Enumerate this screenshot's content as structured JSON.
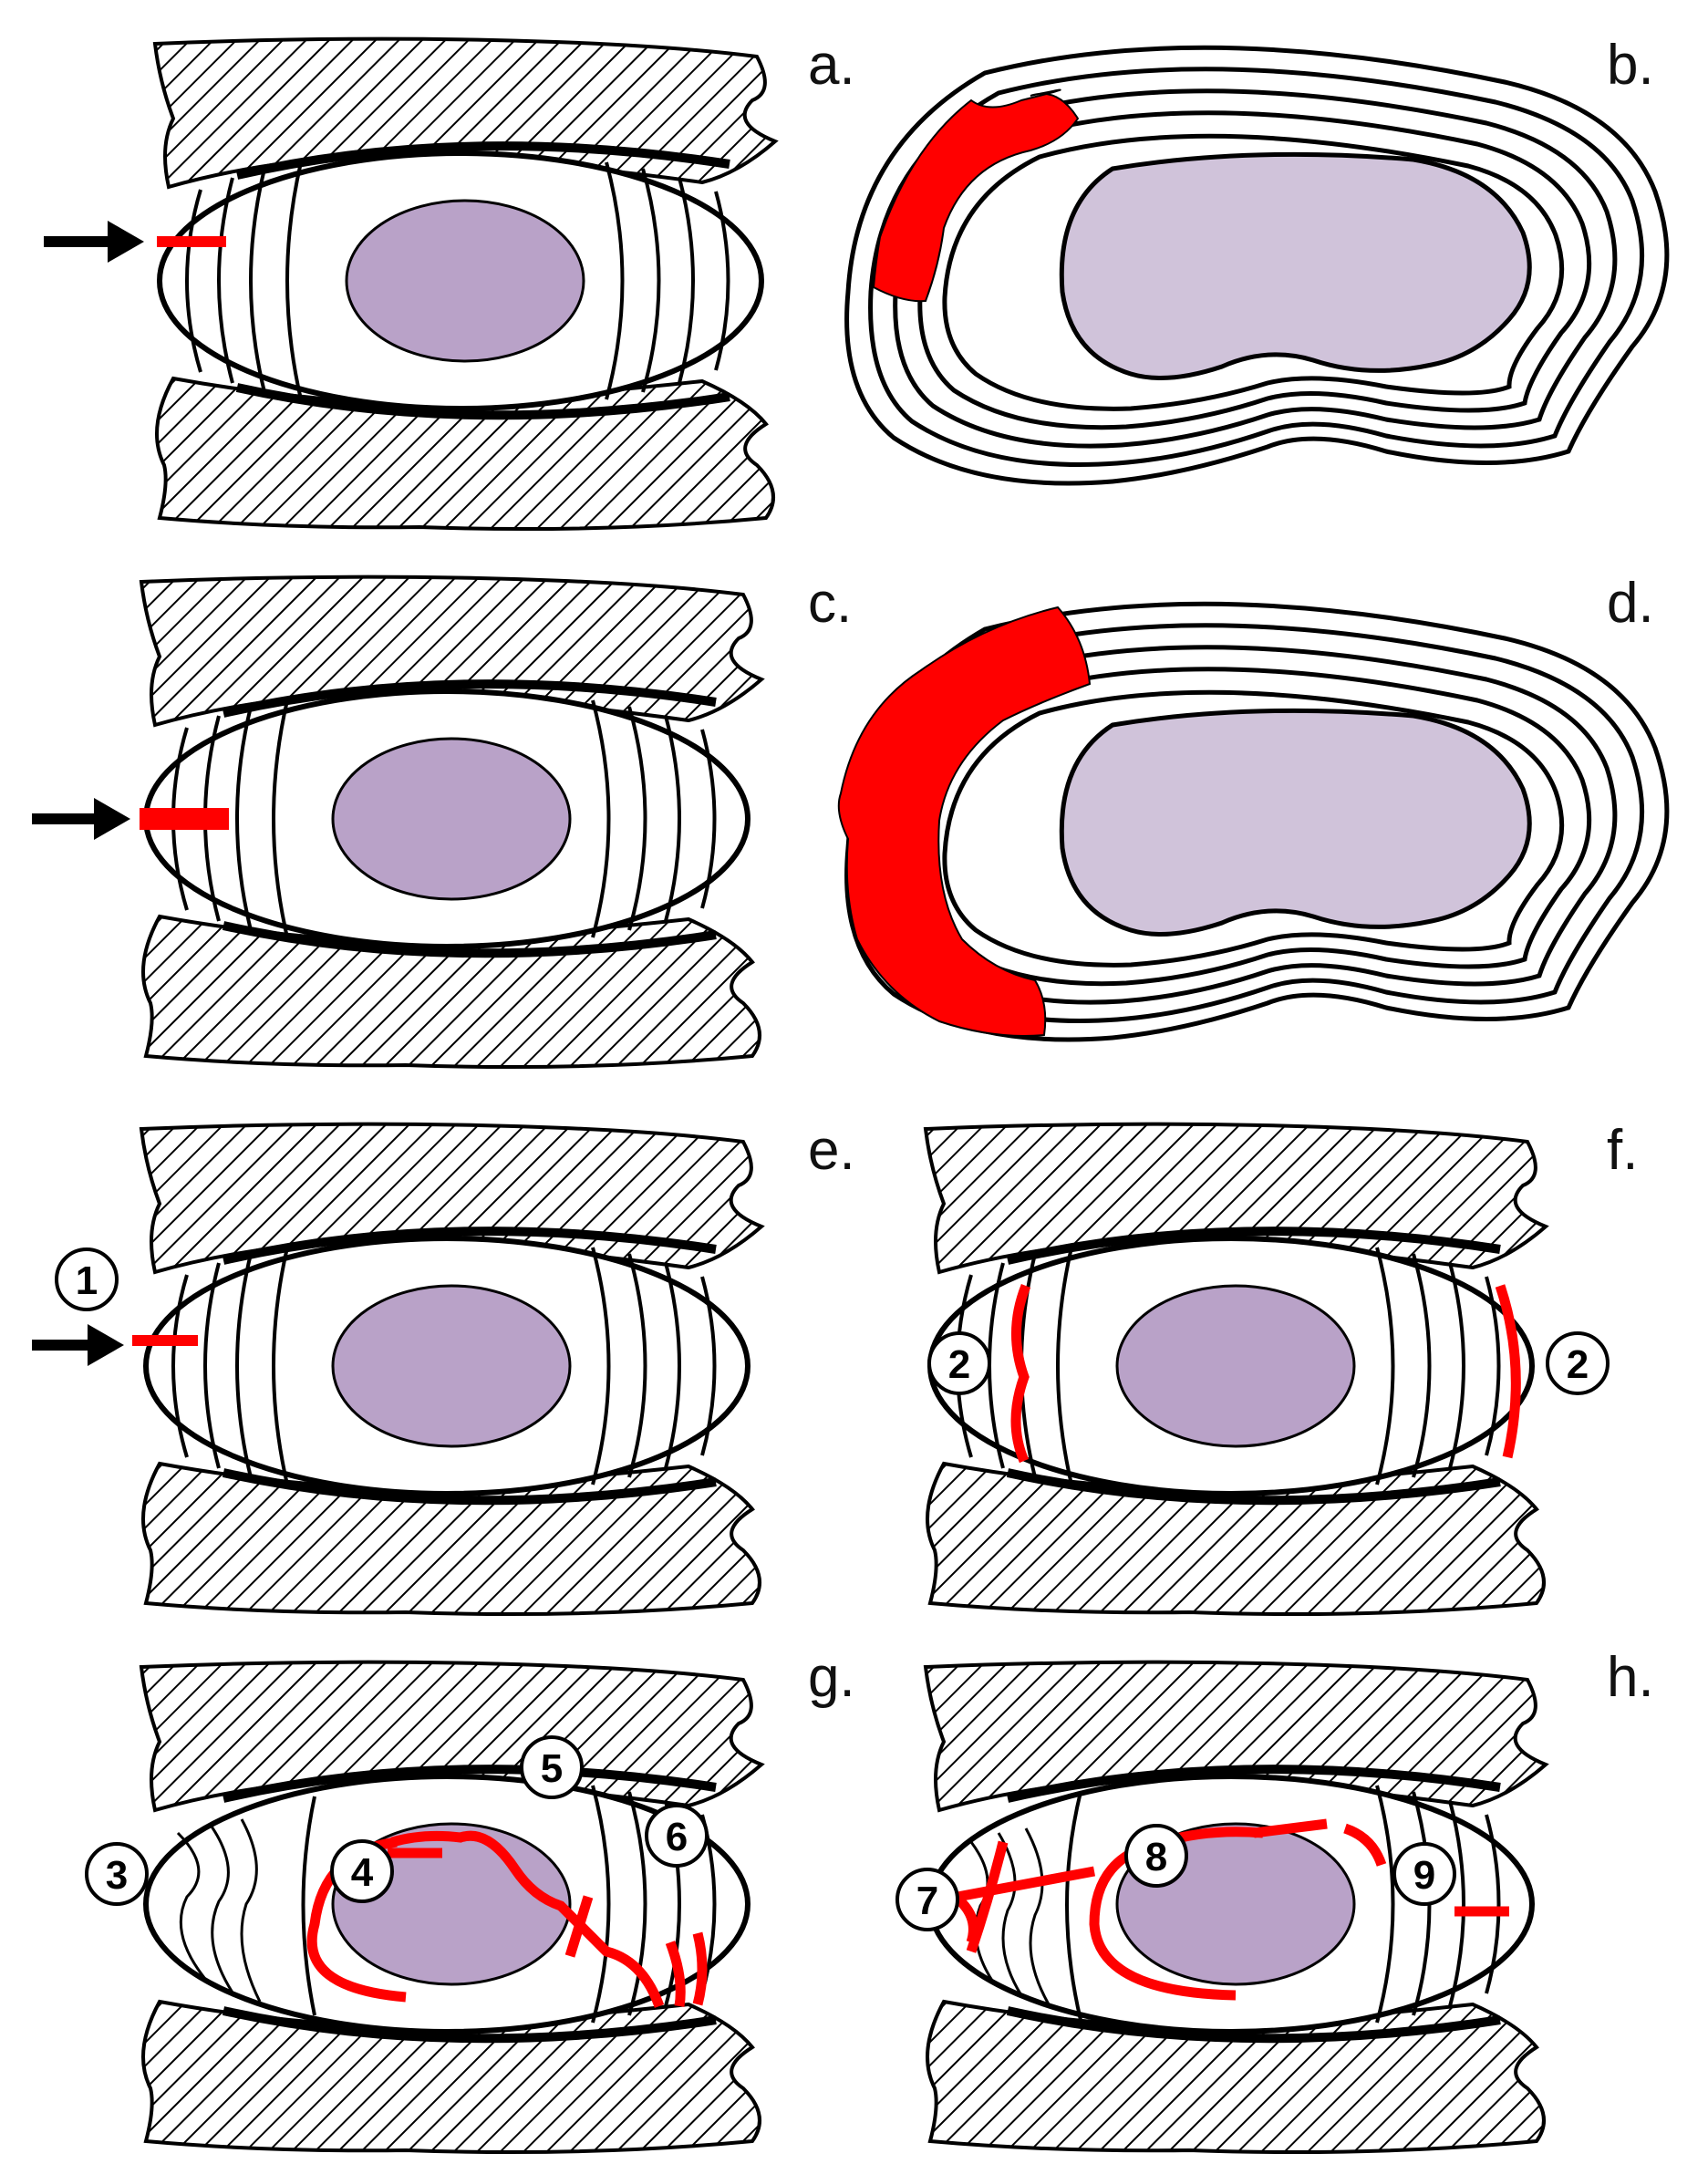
{
  "panels": {
    "a": {
      "label": "a."
    },
    "b": {
      "label": "b."
    },
    "c": {
      "label": "c."
    },
    "d": {
      "label": "d."
    },
    "e": {
      "label": "e."
    },
    "f": {
      "label": "f."
    },
    "g": {
      "label": "g."
    },
    "h": {
      "label": "h."
    }
  },
  "markers": {
    "m1": "1",
    "m2": "2",
    "m3": "3",
    "m4": "4",
    "m5": "5",
    "m6": "6",
    "m7": "7",
    "m8": "8",
    "m9": "9"
  },
  "colors": {
    "nucleus_side": "#b9a2c8",
    "nucleus_axial": "#d0c3da",
    "lesion": "#ff0000",
    "outline": "#000000",
    "hatch": "#000000"
  },
  "icons": [
    "arrow-right-icon"
  ]
}
